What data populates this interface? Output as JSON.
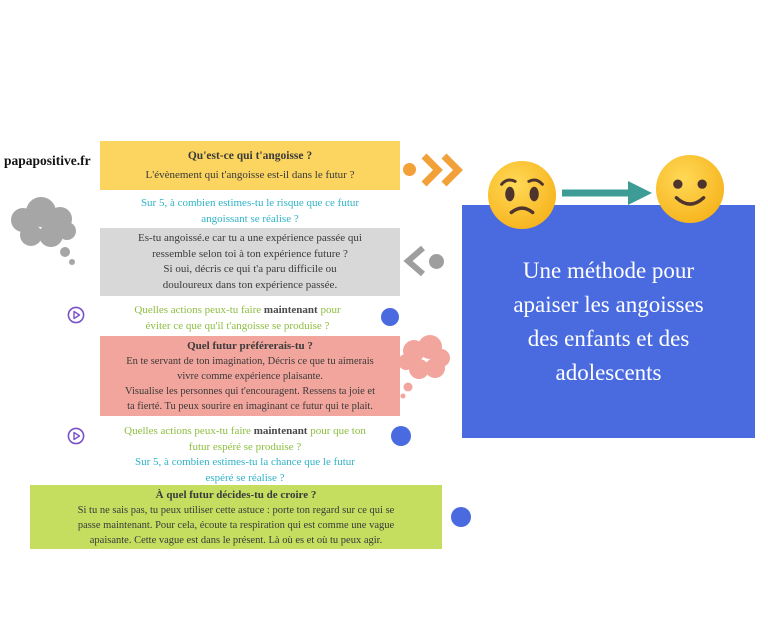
{
  "site_label": "papapositive.fr",
  "colors": {
    "yellow_box": "#FBD55F",
    "gray_box": "#D8D8D8",
    "pink_box": "#F2A59D",
    "green_box": "#C5DE60",
    "blue_panel": "#4A6BE0",
    "teal_text": "#2FB3C7",
    "green_text": "#8CBE3F",
    "orange_accent": "#F2A038",
    "gray_accent": "#9E9E9E",
    "teal_arrow": "#3E9C97",
    "purple_play": "#7A52C7",
    "emoji_yellow": "#F9C02C"
  },
  "yellow_box": {
    "title": "Qu'est-ce qui t'angoisse ?",
    "line": "L'évènement qui t'angoisse est-il dans le futur ?"
  },
  "teal_q1": {
    "line1": "Sur 5, à combien estimes-tu le risque que ce futur",
    "line2": "angoissant se réalise ?"
  },
  "gray_box": {
    "lines": [
      "Es-tu angoissé.e car tu a une expérience passée qui",
      "ressemble selon toi à ton expérience future ?",
      "Si oui, décris ce qui t'a paru difficile ou",
      "douloureux dans ton expérience passée."
    ]
  },
  "action1": {
    "line1_pre": "Quelles actions peux-tu faire ",
    "bold": "maintenant",
    "line1_post": " pour",
    "line2": "éviter ce que qu'il t'angoisse se produise ?"
  },
  "pink_box": {
    "title": "Quel futur préférerais-tu ?",
    "lines": [
      "En te servant de ton imagination, Décris ce que tu aimerais",
      "vivre comme expérience plaisante.",
      "Visualise les personnes qui t'encouragent. Ressens ta joie et",
      "ta fierté. Tu peux sourire en imaginant ce futur qui te plait."
    ]
  },
  "action2": {
    "line1_pre": "Quelles actions peux-tu faire ",
    "bold": "maintenant",
    "line1_post": " pour que ton",
    "line2": "futur espéré se produise ?"
  },
  "teal_q2": {
    "line1": "Sur 5, à combien estimes-tu la chance que le futur",
    "line2": "espéré se réalise ?"
  },
  "green_box": {
    "title": "À quel futur décides-tu de croire ?",
    "lines": [
      "Si tu ne sais pas, tu peux utiliser cette astuce : porte ton regard sur ce qui se",
      "passe maintenant. Pour cela, écoute ta respiration qui est comme une vague",
      "apaisante. Cette vague est dans le présent. Là où es et où tu peux agir."
    ]
  },
  "title_panel": {
    "line1": "Une méthode pour",
    "line2": "apaiser les angoisses",
    "line3": "des enfants et des",
    "line4": "adolescents"
  }
}
